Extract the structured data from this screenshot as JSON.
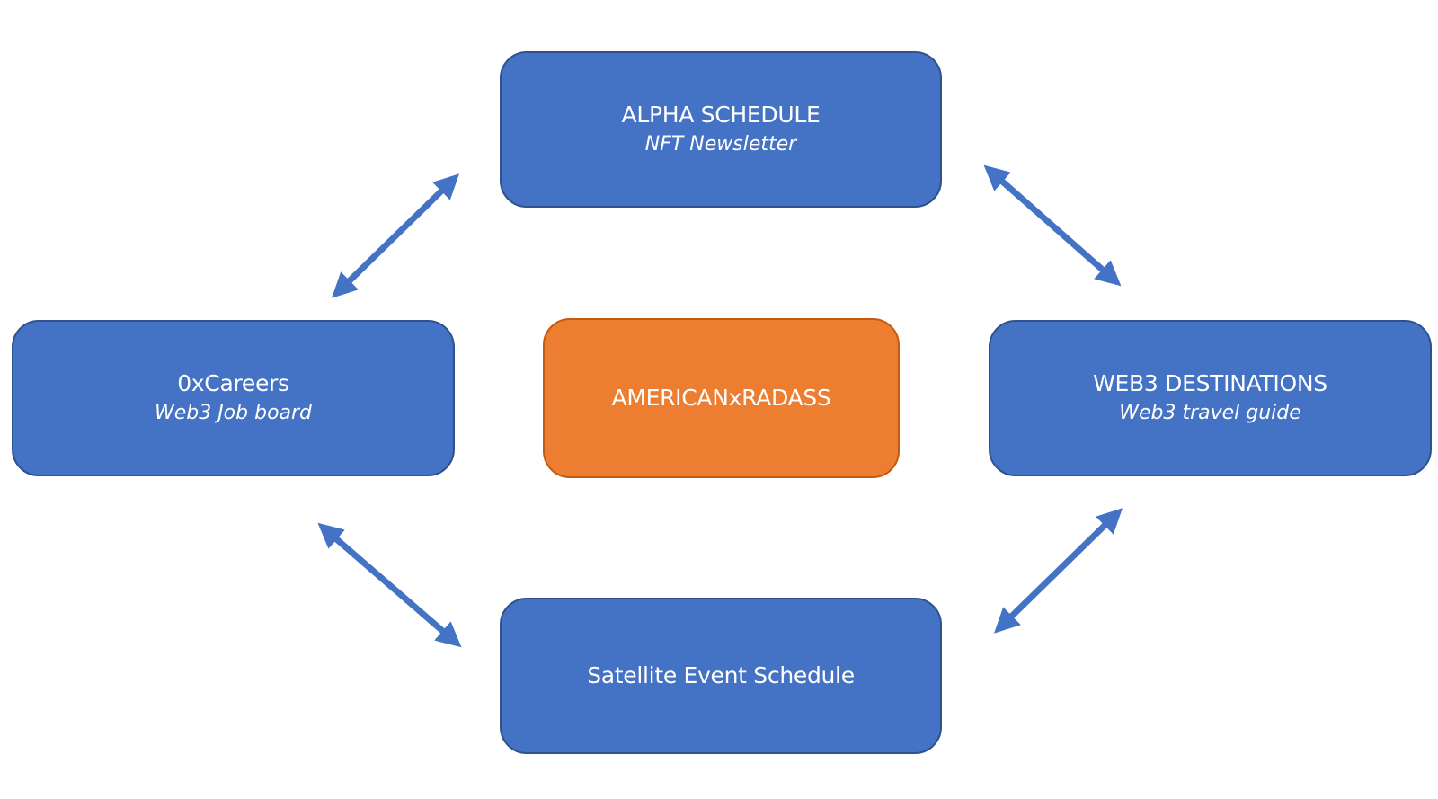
{
  "diagram": {
    "colors": {
      "node_fill": "#4472c4",
      "node_border": "#2f528f",
      "center_fill": "#ed7d31",
      "center_border": "#c55a11",
      "arrow": "#4472c4",
      "text": "#ffffff"
    },
    "nodes": {
      "top": {
        "title": "ALPHA SCHEDULE",
        "subtitle": "NFT Newsletter"
      },
      "left": {
        "title": "0xCareers",
        "subtitle": "Web3 Job board"
      },
      "center": {
        "title": "AMERICANxRADASS"
      },
      "right": {
        "title": "WEB3 DESTINATIONS",
        "subtitle": "Web3 travel guide"
      },
      "bottom": {
        "title": "Satellite Event Schedule"
      }
    },
    "edges": [
      {
        "from": "left",
        "to": "top",
        "type": "bidirectional-arrow"
      },
      {
        "from": "top",
        "to": "right",
        "type": "bidirectional-arrow"
      },
      {
        "from": "right",
        "to": "bottom",
        "type": "bidirectional-arrow"
      },
      {
        "from": "bottom",
        "to": "left",
        "type": "bidirectional-arrow"
      }
    ]
  }
}
